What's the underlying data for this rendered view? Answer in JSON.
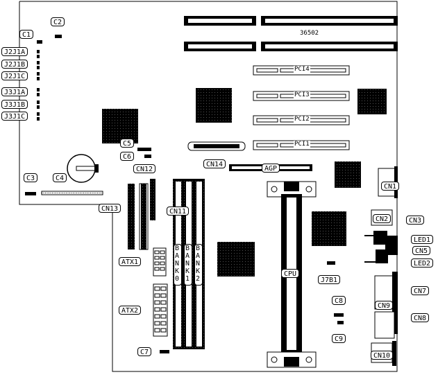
{
  "diagram": {
    "board_id": "36502",
    "slot_labels": {
      "pci4": "PCI4",
      "pci3": "PCI3",
      "pci2": "PCI2",
      "pci1": "PCI1",
      "agp": "AGP",
      "cpu": "CPU"
    },
    "bank_labels": [
      "BANK0",
      "BANK1",
      "BANK2"
    ],
    "connectors": {
      "cn1": "CN1",
      "cn2": "CN2",
      "cn3": "CN3",
      "cn5": "CN5",
      "cn7": "CN7",
      "cn8": "CN8",
      "cn9": "CN9",
      "cn10": "CN10",
      "cn11": "CN11",
      "cn12": "CN12",
      "cn13": "CN13",
      "cn14": "CN14"
    },
    "leds": {
      "led1": "LED1",
      "led2": "LED2"
    },
    "power": {
      "atx1": "ATX1",
      "atx2": "ATX2"
    },
    "jumpers": {
      "c1": "C1",
      "c2": "C2",
      "c3": "C3",
      "c4": "C4",
      "c5": "C5",
      "c6": "C6",
      "c7": "C7",
      "c8": "C8",
      "c9": "C9",
      "j2j1a": "J2J1A",
      "j2j1b": "J2J1B",
      "j2j1c": "J2J1C",
      "j3j1a": "J3J1A",
      "j3j1b": "J3J1B",
      "j3j1c": "J3J1C",
      "j7b1": "J7B1"
    }
  }
}
